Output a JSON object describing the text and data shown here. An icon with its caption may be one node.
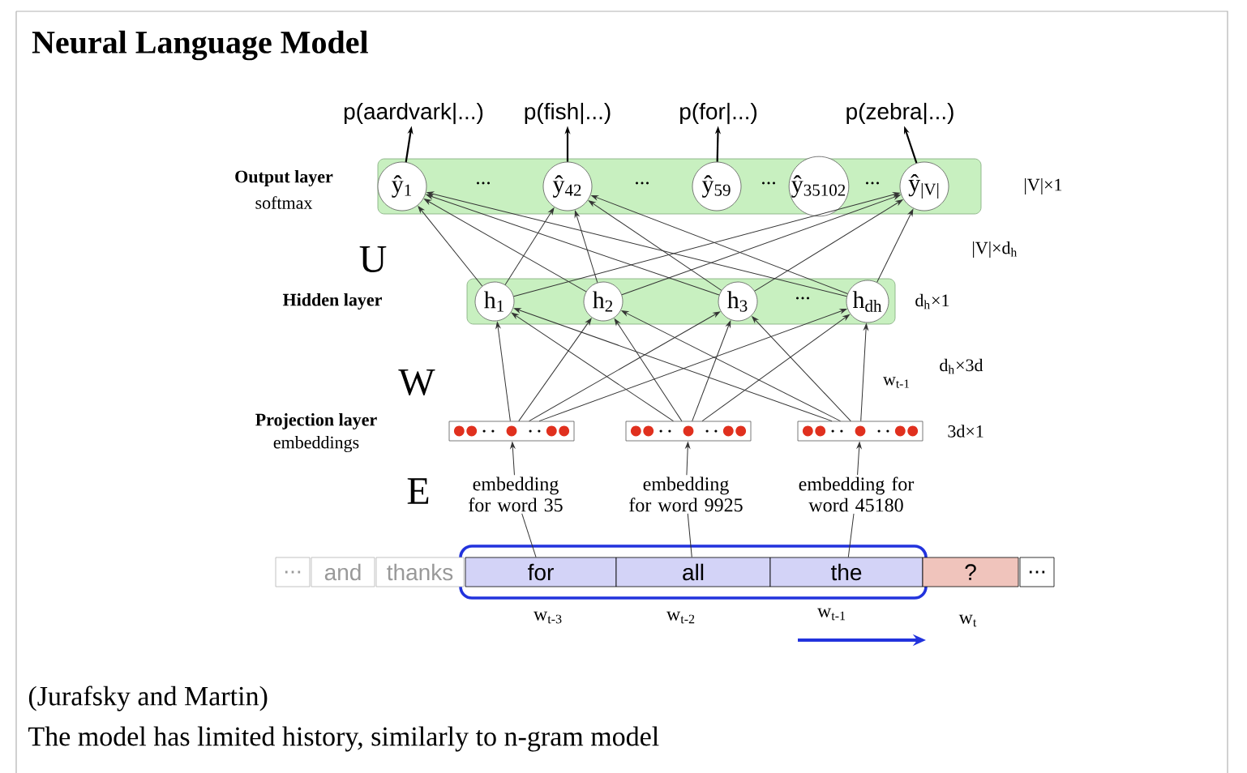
{
  "diagram": {
    "title": "Neural Language Model",
    "nodes": [
      {
        "text": [],
        "shape": "box"
      },
      {
        "text": [
          "ŷ$_{1}$"
        ],
        "in": 0
      },
      {
        "text": [
          "ŷ$_{42}$"
        ],
        "in": 0
      },
      {
        "text": [
          "ŷ$_{59}$"
        ],
        "in": 0
      },
      {
        "text": [
          "ŷ$_{35102}$"
        ],
        "in": 0
      },
      {
        "text": [
          "ŷ$_{|V|}$"
        ],
        "in": 0
      },
      {
        "text": [
          "p(aardvark|...)"
        ]
      },
      {
        "text": [
          "p(fish|...)"
        ]
      },
      {
        "text": [
          "p(for|...)"
        ]
      },
      {
        "text": [
          "p(zebra|...)"
        ]
      },
      {
        "text": [],
        "shape": "box"
      },
      {
        "text": [
          "h$_{1}$"
        ],
        "in": 10
      },
      {
        "text": [
          "h$_{2}$"
        ],
        "in": 10
      },
      {
        "text": [
          "h$_{3}$"
        ],
        "in": 10
      },
      {
        "text": [
          "h$_{dh}$"
        ],
        "in": 10
      },
      {
        "text": [],
        "shape": "box"
      },
      {
        "text": [],
        "shape": "box"
      },
      {
        "text": [],
        "shape": "box"
      },
      {
        "text": [
          "embedding for word 35"
        ]
      },
      {
        "text": [
          "embedding for word 9925"
        ]
      },
      {
        "text": [
          "embedding for word 45180"
        ]
      },
      {
        "text": [],
        "shape": "box"
      },
      {
        "text": [
          "..."
        ]
      },
      {
        "text": [
          "and"
        ]
      },
      {
        "text": [
          "thanks"
        ]
      },
      {
        "text": [
          "for"
        ],
        "in": 21
      },
      {
        "text": [
          "all"
        ],
        "in": 21
      },
      {
        "text": [
          "the"
        ],
        "in": 21
      },
      {
        "text": [
          "?"
        ]
      },
      {
        "text": [
          "..."
        ]
      }
    ],
    "edges": [
      {
        "from": 1,
        "to": 6,
        "arrow": "to"
      },
      {
        "from": 2,
        "to": 7,
        "arrow": "to"
      },
      {
        "from": 3,
        "to": 8,
        "arrow": "to"
      },
      {
        "from": 5,
        "to": 9,
        "arrow": "to"
      },
      {
        "from": 11,
        "to": 1,
        "arrow": "to"
      },
      {
        "from": 11,
        "to": 2,
        "arrow": "to"
      },
      {
        "from": 11,
        "to": 5,
        "arrow": "to"
      },
      {
        "from": 12,
        "to": 1,
        "arrow": "to"
      },
      {
        "from": 12,
        "to": 2,
        "arrow": "to"
      },
      {
        "from": 12,
        "to": 5,
        "arrow": "to"
      },
      {
        "from": 13,
        "to": 1,
        "arrow": "to"
      },
      {
        "from": 13,
        "to": 2,
        "arrow": "to"
      },
      {
        "from": 13,
        "to": 5,
        "arrow": "to"
      },
      {
        "from": 14,
        "to": 1,
        "arrow": "to"
      },
      {
        "from": 14,
        "to": 2,
        "arrow": "to"
      },
      {
        "from": 14,
        "to": 5,
        "arrow": "to"
      },
      {
        "from": 15,
        "to": 11,
        "arrow": "to"
      },
      {
        "from": 15,
        "to": 12,
        "arrow": "to"
      },
      {
        "from": 15,
        "to": 13,
        "arrow": "to"
      },
      {
        "from": 15,
        "to": 14,
        "arrow": "to"
      },
      {
        "from": 16,
        "to": 11,
        "arrow": "to"
      },
      {
        "from": 16,
        "to": 12,
        "arrow": "to"
      },
      {
        "from": 16,
        "to": 13,
        "arrow": "to"
      },
      {
        "from": 16,
        "to": 14,
        "arrow": "to"
      },
      {
        "from": 17,
        "to": 11,
        "arrow": "to"
      },
      {
        "from": 17,
        "to": 12,
        "arrow": "to"
      },
      {
        "from": 17,
        "to": 13,
        "arrow": "to"
      },
      {
        "from": 17,
        "to": 14,
        "arrow": "to"
      },
      {
        "from": 18,
        "to": 15,
        "arrow": "to"
      },
      {
        "from": 19,
        "to": 16,
        "arrow": "to"
      },
      {
        "from": 20,
        "to": 17,
        "arrow": "to"
      },
      {
        "from": 25,
        "to": 18,
        "arrow": "none"
      },
      {
        "from": 26,
        "to": 19,
        "arrow": "none"
      },
      {
        "from": 27,
        "to": 20,
        "arrow": "none"
      }
    ],
    "labels": [
      "Output layer",
      "softmax",
      "...",
      "...",
      "...",
      "...",
      "|V|×1",
      "U",
      "|V|×d$_{h}$",
      "Hidden layer",
      "...",
      "d$_{h}$×1",
      "W",
      "w$_{t-1}$",
      "d$_{h}$×3d",
      "Projection layer",
      "embeddings",
      "3d×1",
      "E",
      "w$_{t-3}$",
      "w$_{t-2}$",
      "w$_{t-1}$",
      "w$_{t}$",
      "(Jurafsky and Martin)",
      "The model has limited history, similarly to n-gram model"
    ]
  }
}
